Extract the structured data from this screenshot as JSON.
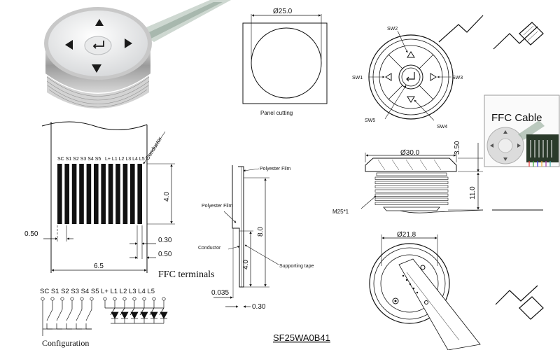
{
  "texts": {
    "phi25": "Ø25.0",
    "panel_cutting": "Panel cutting",
    "sw1": "SW1",
    "sw2": "SW2",
    "sw3": "SW3",
    "sw4": "SW4",
    "sw5": "SW5",
    "ffc_cable": "FFC Cable",
    "conductor_top": "Conductor",
    "pins_left": "SC S1 S2 S3 S4 S5",
    "pins_right": "L+ L1 L2 L3 L4 L5",
    "dim_40_a": "4.0",
    "dim_050_left": "0.50",
    "dim_030_a": "0.30",
    "dim_050_b": "0.50",
    "dim_65": "6.5",
    "ffc_terminals": "FFC terminals",
    "polyester_film_top": "Polyester Film",
    "polyester_film_left": "Polyester Film",
    "conductor_mid": "Conductor",
    "dim_80": "8.0",
    "dim_40_b": "4.0",
    "supporting_tape": "Supporting tape",
    "dim_0035": "0.035",
    "dim_030_b": "0.30",
    "phi30": "Ø30.0",
    "dim_350": "3.50",
    "dim_110": "11.0",
    "m25": "M25*1",
    "phi218": "Ø21.8",
    "config_pins": "SC S1 S2 S3 S4 S5 L+ L1 L2 L3 L4 L5",
    "configuration": "Configuration",
    "model": "SF25WA0B41"
  },
  "icons": [
    "up-arrow-icon",
    "down-arrow-icon",
    "left-arrow-icon",
    "right-arrow-icon",
    "enter-icon",
    "break-symbol-icon"
  ]
}
